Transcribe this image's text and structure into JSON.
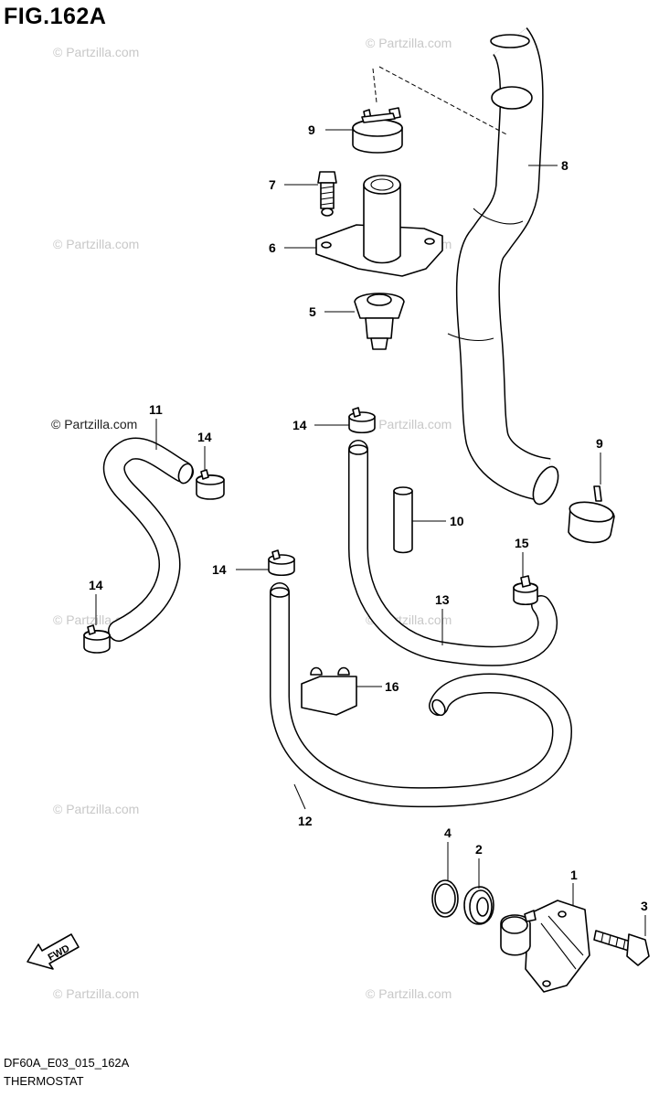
{
  "header": {
    "figure_title": "FIG.162A"
  },
  "footer": {
    "diagram_code": "DF60A_E03_015_162A",
    "section_name": "THERMOSTAT"
  },
  "watermark": {
    "text": "© Partzilla.com",
    "color": "#c8c8c8"
  },
  "fwd_arrow": {
    "label": "FWD"
  },
  "callouts": {
    "c1": "1",
    "c2": "2",
    "c3": "3",
    "c4": "4",
    "c5": "5",
    "c6": "6",
    "c7": "7",
    "c8": "8",
    "c9a": "9",
    "c9b": "9",
    "c10": "10",
    "c11": "11",
    "c12": "12",
    "c13": "13",
    "c14a": "14",
    "c14b": "14",
    "c14c": "14",
    "c14d": "14",
    "c15": "15",
    "c16": "16"
  }
}
